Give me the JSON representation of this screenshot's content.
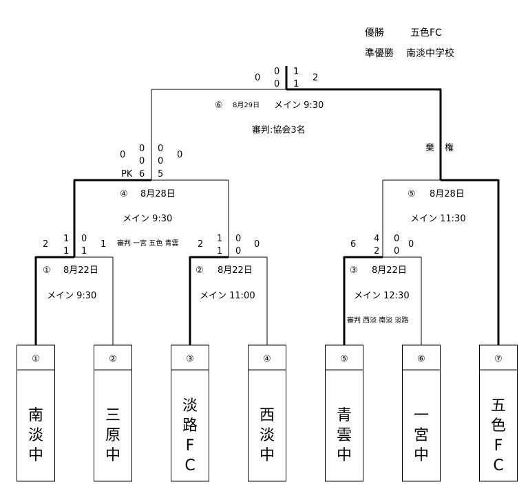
{
  "results": {
    "champion_label": "優勝",
    "champion": "五色FC",
    "runner_up_label": "準優勝",
    "runner_up": "南淡中学校"
  },
  "teams": [
    {
      "num": "①",
      "name": [
        "南",
        "淡",
        "中"
      ]
    },
    {
      "num": "②",
      "name": [
        "三",
        "原",
        "中"
      ]
    },
    {
      "num": "③",
      "name": [
        "淡",
        "路",
        "F",
        "C"
      ]
    },
    {
      "num": "④",
      "name": [
        "西",
        "淡",
        "中"
      ]
    },
    {
      "num": "⑤",
      "name": [
        "青",
        "雲",
        "中"
      ]
    },
    {
      "num": "⑥",
      "name": [
        "一",
        "宮",
        "中"
      ]
    },
    {
      "num": "⑦",
      "name": [
        "五",
        "色",
        "F",
        "C"
      ]
    }
  ],
  "matches": {
    "m1": {
      "num": "①",
      "date": "8月22日",
      "venue": "メイン 9:30",
      "score_left": {
        "total": "2",
        "halves": [
          "1",
          "1"
        ]
      },
      "score_right": {
        "total": "1",
        "halves": [
          "0",
          "1"
        ]
      }
    },
    "m2": {
      "num": "②",
      "date": "8月22日",
      "venue": "メイン 11:00",
      "score_left": {
        "total": "2",
        "halves": [
          "1",
          "1"
        ]
      },
      "score_right": {
        "total": "0",
        "halves": [
          "0",
          "0"
        ]
      }
    },
    "m3": {
      "num": "③",
      "date": "8月22日",
      "venue": "メイン 12:30",
      "referee": "審判 西淡 南淡 淡路",
      "score_left": {
        "total": "6",
        "halves": [
          "4",
          "2"
        ]
      },
      "score_right": {
        "total": "0",
        "halves": [
          "0",
          "0"
        ]
      }
    },
    "m4": {
      "num": "④",
      "date": "8月28日",
      "venue": "メイン 9:30",
      "referee": "審判 一宮 五色 青雲",
      "pk_label": "PK",
      "score_left": {
        "total": "0",
        "halves": [
          "0",
          "0"
        ],
        "pk": "6"
      },
      "score_right": {
        "total": "0",
        "halves": [
          "0",
          "0"
        ],
        "pk": "5"
      }
    },
    "m5": {
      "num": "⑤",
      "date": "8月28日",
      "venue": "メイン 11:30",
      "forfeit_chars": [
        "棄",
        "権"
      ]
    },
    "m6": {
      "num": "⑥",
      "date": "8月29日",
      "venue": "メイン 9:30",
      "referee": "審判:協会3名",
      "score_left": {
        "total": "0",
        "halves": [
          "0",
          "0"
        ]
      },
      "score_right": {
        "total": "2",
        "halves": [
          "1",
          "1"
        ]
      }
    }
  }
}
